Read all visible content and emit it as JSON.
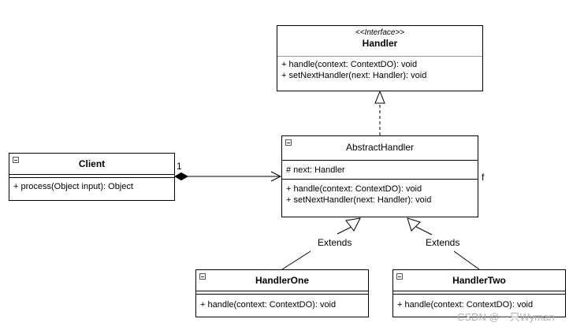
{
  "handler": {
    "stereotype": "<<Interface>>",
    "name": "Handler",
    "methods": [
      "+ handle(context: ContextDO): void",
      "+ setNextHandler(next: Handler): void"
    ]
  },
  "abstract_handler": {
    "name": "AbstractHandler",
    "fields": [
      "# next: Handler"
    ],
    "methods": [
      "+ handle(context: ContextDO): void",
      "+ setNextHandler(next: Handler): void"
    ]
  },
  "client": {
    "name": "Client",
    "methods": [
      "+ process(Object input): Object"
    ]
  },
  "handler_one": {
    "name": "HandlerOne",
    "methods": [
      "+ handle(context: ContextDO): void"
    ]
  },
  "handler_two": {
    "name": "HandlerTwo",
    "methods": [
      "+ handle(context: ContextDO): void"
    ]
  },
  "relations": {
    "multiplicity_one": "1",
    "self_label": "f",
    "extends_left": "Extends",
    "extends_right": "Extends"
  },
  "watermark": "CSDN @一只Wyman"
}
